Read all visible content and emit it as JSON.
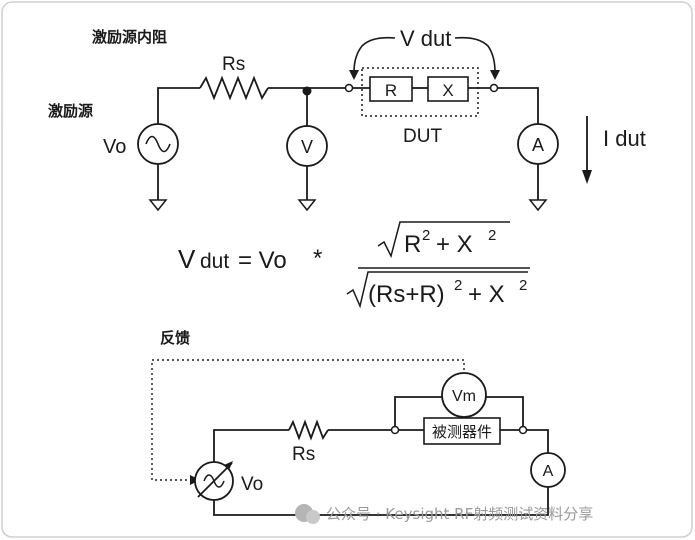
{
  "labels": {
    "source_impedance": "激励源内阻",
    "source": "激励源",
    "rs": "Rs",
    "vo": "Vo",
    "vdut_top": "V dut",
    "r_box": "R",
    "x_box": "X",
    "dut": "DUT",
    "volt_meter": "V",
    "amp_meter": "A",
    "idut": "I dut",
    "feedback": "反馈",
    "rs2": "Rs",
    "vo2": "Vo",
    "vm": "Vm",
    "dut2": "被测器件",
    "amp2": "A"
  },
  "formula": {
    "lhs_v": "V",
    "lhs_sub": "dut",
    "eq": "= Vo",
    "times": "*",
    "num_r": "R",
    "num_exp1": "2",
    "num_plus": "+ X",
    "num_exp2": "2",
    "den_open": "(Rs+R)",
    "den_exp1": "2",
    "den_plus": "+ X",
    "den_exp2": "2"
  },
  "watermark": "公众号 · Keysight RF射频测试资料分享",
  "colors": {
    "line": "#1a1a1a",
    "frame": "#cfcfcf",
    "watermark": "#9a9a9a"
  }
}
